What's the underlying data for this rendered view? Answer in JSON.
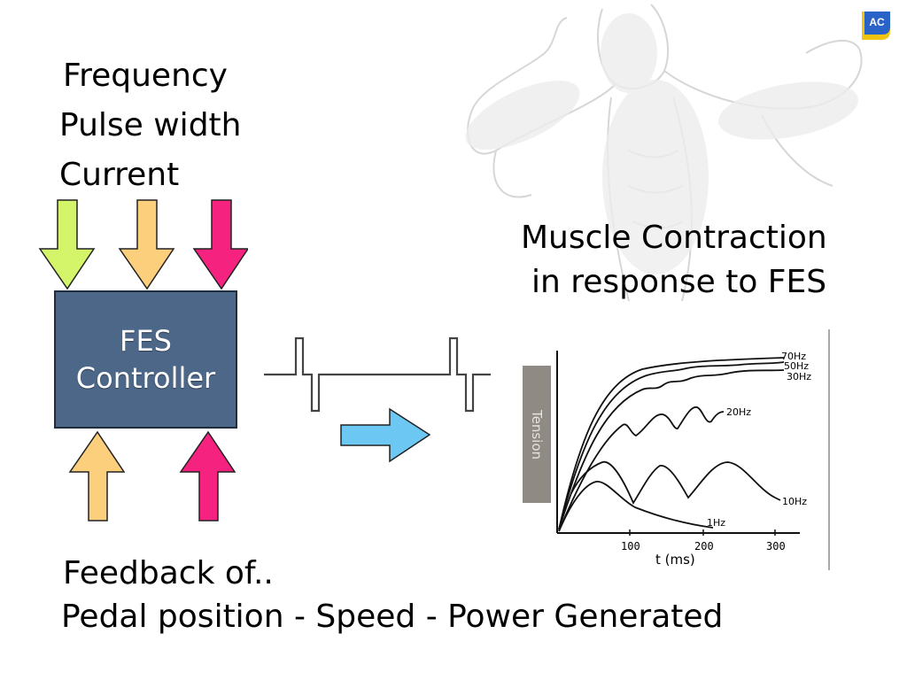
{
  "inputs": {
    "frequency": "Frequency",
    "pulse_width": "Pulse width",
    "current": "Current"
  },
  "controller": {
    "line1": "FES",
    "line2": "Controller"
  },
  "output_title": {
    "line1": "Muscle Contraction",
    "line2": "in response to FES"
  },
  "feedback": {
    "line1": "Feedback of..",
    "line2": "Pedal position - Speed - Power Generated"
  },
  "logo_text": "AC",
  "colors": {
    "arrow_green": "#d4f56a",
    "arrow_orange": "#fccf7c",
    "arrow_pink": "#f5237f",
    "arrow_blue": "#6cc8f3",
    "controller_fill": "#4d6788"
  },
  "chart_data": {
    "type": "line",
    "ylabel": "Tension",
    "xlabel": "t (ms)",
    "xticks": [
      "100",
      "200",
      "300"
    ],
    "series": [
      {
        "name": "70Hz"
      },
      {
        "name": "50Hz"
      },
      {
        "name": "30Hz"
      },
      {
        "name": "20Hz"
      },
      {
        "name": "10Hz"
      },
      {
        "name": "1Hz"
      }
    ]
  }
}
